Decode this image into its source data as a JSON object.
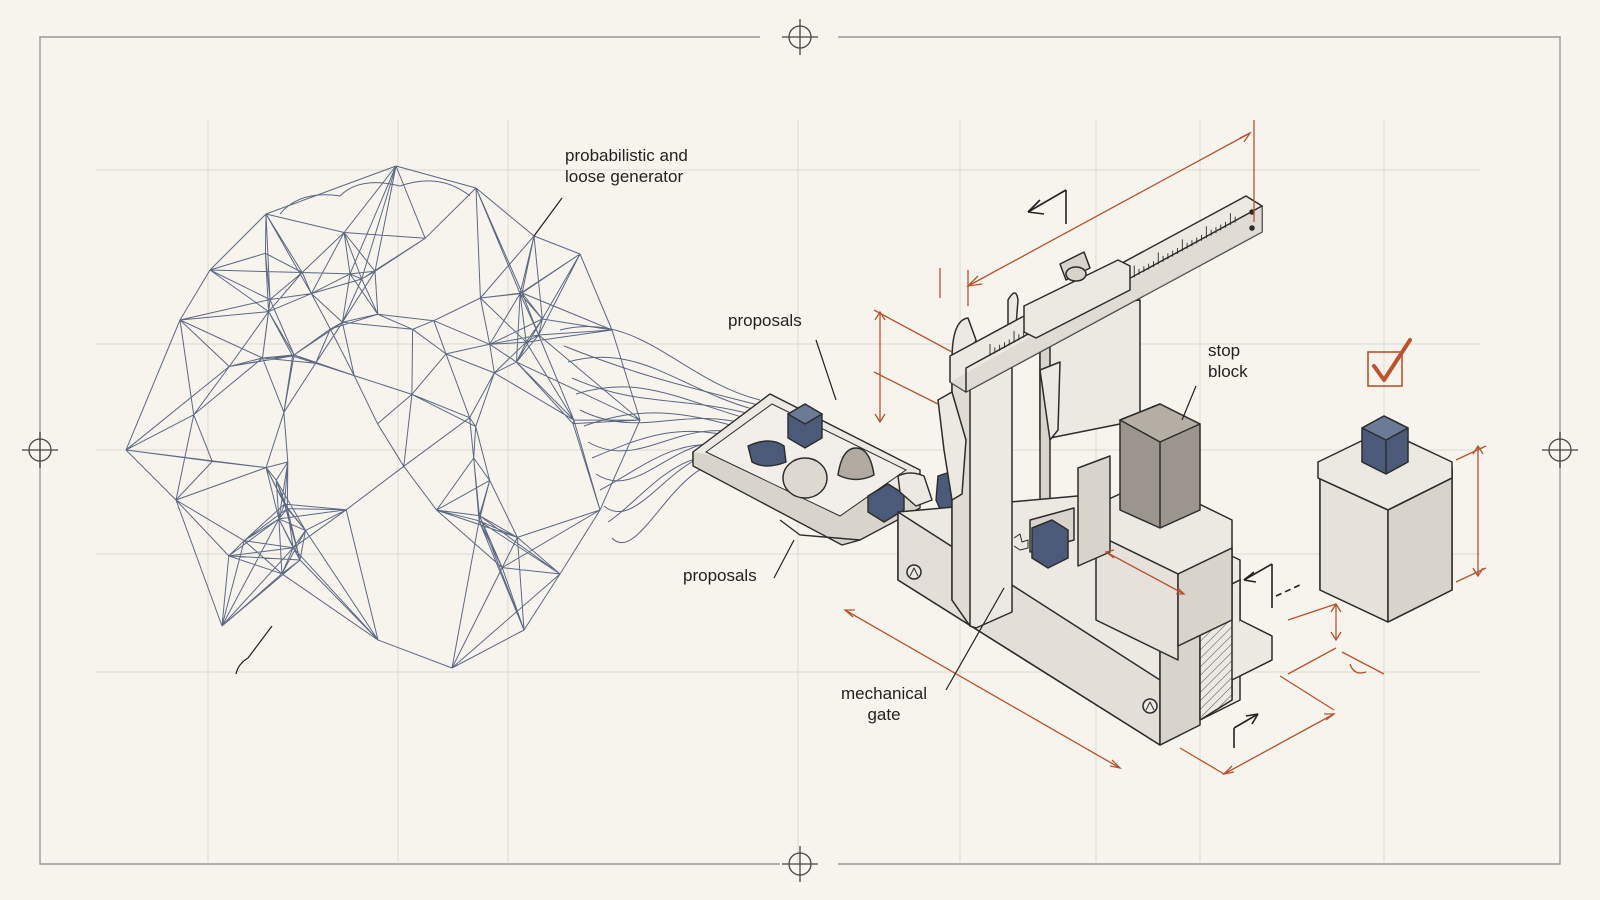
{
  "labels": {
    "generator_line1": "probabilistic and",
    "generator_line2": "loose generator",
    "proposals_top": "proposals",
    "proposals_bottom": "proposals",
    "stop_line1": "stop",
    "stop_line2": "block",
    "gate_line1": "mechanical",
    "gate_line2": "gate"
  },
  "colors": {
    "background": "#f7f4ee",
    "frame": "#9a9a9a",
    "grid": "#dedad2",
    "ink": "#2c2c2c",
    "network": "#4b5a76",
    "dimension": "#b5532f",
    "part_fill": "#ece9e3",
    "part_shade": "#d8d4cc",
    "block_dark": "#4a5a78",
    "block_gray": "#9b958d",
    "check": "#c0522b"
  },
  "icons": {
    "check": "check-icon",
    "crosshair": "crosshair-icon"
  }
}
